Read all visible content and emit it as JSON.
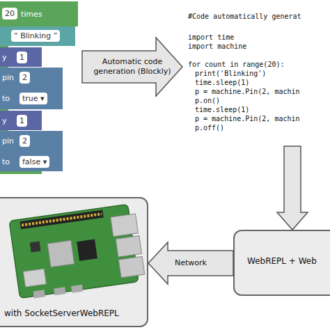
{
  "diagram": {
    "nodes": [
      {
        "text": [
          "20",
          "times",
          "“ Blinking ”",
          "y",
          "1",
          "pin",
          "2",
          "to",
          "true ▾",
          "y",
          "1",
          "pin",
          "2",
          "to",
          "false ▾"
        ]
      },
      {
        "text": [
          "#Code automatically generat",
          "import time",
          "import machine",
          "for count in range(20):",
          "print('Blinking')",
          "time.sleep(1)",
          "p = machine.Pin(2, machin",
          "p.on()",
          "time.sleep(1)",
          "p = machine.Pin(2, machin",
          "p.off()"
        ]
      },
      {
        "text": [
          "WebREPL + Web"
        ]
      },
      {
        "text": [
          "with SocketServerWebREPL"
        ]
      }
    ],
    "edges": [
      {
        "from": 0,
        "to": 1,
        "arrow": "to",
        "label": "Automatic code generation (Blockly)"
      },
      {
        "from": 1,
        "to": 2,
        "arrow": "to"
      },
      {
        "from": 2,
        "to": 3,
        "arrow": "to",
        "label": "Network"
      }
    ]
  }
}
